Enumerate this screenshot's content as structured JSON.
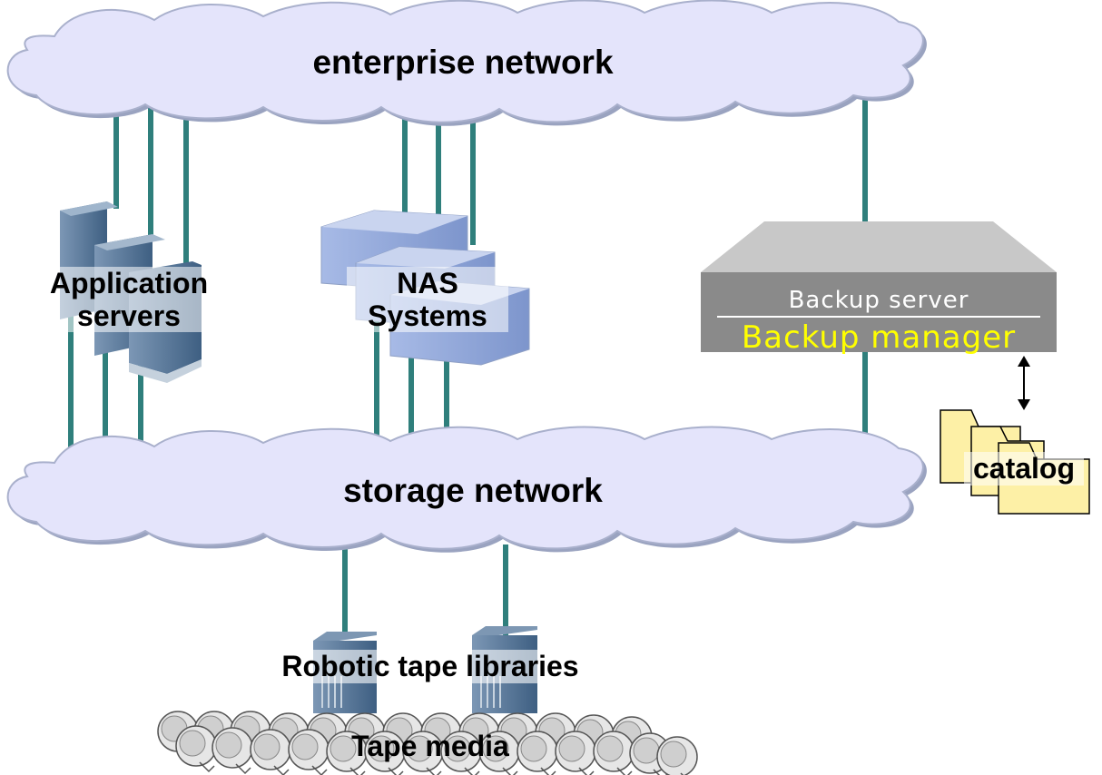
{
  "networks": {
    "enterprise": "enterprise network",
    "storage": "storage network"
  },
  "nodes": {
    "app_servers_line1": "Application",
    "app_servers_line2": "servers",
    "nas_line1": "NAS",
    "nas_line2": "Systems",
    "backup_server": "Backup server",
    "backup_manager": "Backup manager",
    "catalog": "catalog",
    "tape_libraries": "Robotic tape libraries",
    "tape_media": "Tape media"
  },
  "colors": {
    "link": "#2f7f7c",
    "cloud_fill": "#e4e4fb",
    "cloud_stroke": "#9aa3c0",
    "server_top": "#c8c8c8",
    "server_front": "#8a8a8a",
    "backup_manager_text": "#ffff00",
    "folder_fill": "#fdf0a6",
    "tower_blue": "#5d7ea0",
    "nas_blue": "#8fa6d8"
  },
  "icons": [
    "cloud-shape",
    "server-tower-icon",
    "nas-cabinet-icon",
    "backup-server-box",
    "folder-icon",
    "tape-library-icon",
    "tape-reel-icon",
    "double-arrow-icon"
  ]
}
